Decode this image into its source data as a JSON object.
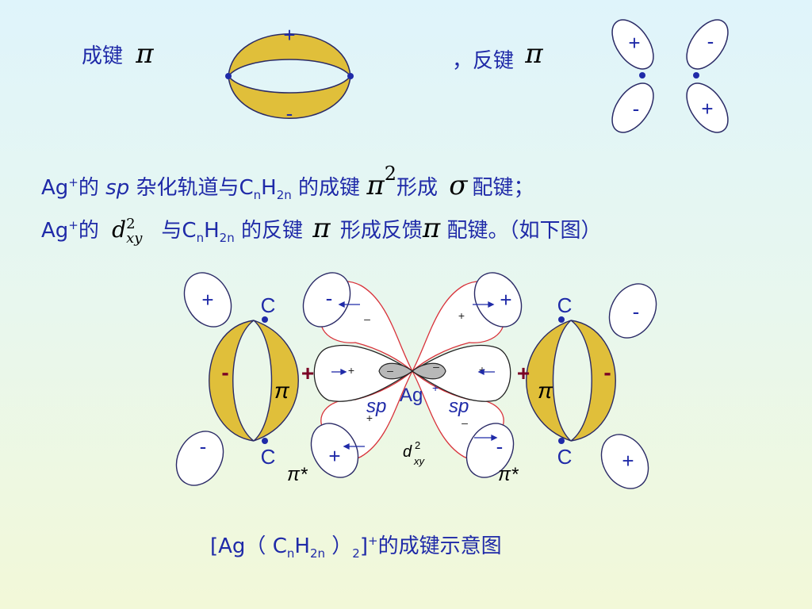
{
  "top": {
    "bonding_label": "成键",
    "antibonding_label": "，反键",
    "pi": "π",
    "bond_plus": "+",
    "bond_minus": "-",
    "anti_signs": [
      "+",
      "-",
      "-",
      "+"
    ]
  },
  "line1": {
    "ag": "Ag",
    "plus": "+",
    "de": "的",
    "sp": "sp",
    "text1": "杂化轨道与C",
    "sub_n": "n",
    "h": "H",
    "sub_2n": "2n",
    "text2": "的成键",
    "pi": "π",
    "pi_sup": "2",
    "text3": "形成",
    "sigma": "σ",
    "text4": "配键；"
  },
  "line2": {
    "ag": "Ag",
    "plus": "+",
    "de": "的",
    "d": "d",
    "d_sup": "2",
    "d_sub": "xy",
    "text1": "与C",
    "sub_n": "n",
    "h": "H",
    "sub_2n": "2n",
    "text2": "的反键",
    "pi": "π",
    "text3": "形成反馈",
    "pi2": "π",
    "text4": "配键。（如下图）"
  },
  "diagram": {
    "carbon": "C",
    "pi": "π",
    "pi_star": "π*",
    "sp": "sp",
    "ag": "Ag",
    "ag_plus": "+",
    "d": "d",
    "d_sup": "2",
    "d_sub": "xy",
    "plus": "+",
    "minus": "-",
    "small_plus": "+",
    "small_minus": "–"
  },
  "caption": {
    "open": "[Ag（ C",
    "sub_n": "n",
    "h": "H",
    "sub_2n": "2n",
    "close": "）",
    "sub_2": "2",
    "bracket": "]",
    "plus": "+",
    "text": "的成键示意图"
  },
  "colors": {
    "gold": "#e0bf3a",
    "navy": "#1f2aa8",
    "dark_red": "#7a0024",
    "gray_lobe": "#b8b8b8",
    "red_outline": "#d8323a"
  }
}
